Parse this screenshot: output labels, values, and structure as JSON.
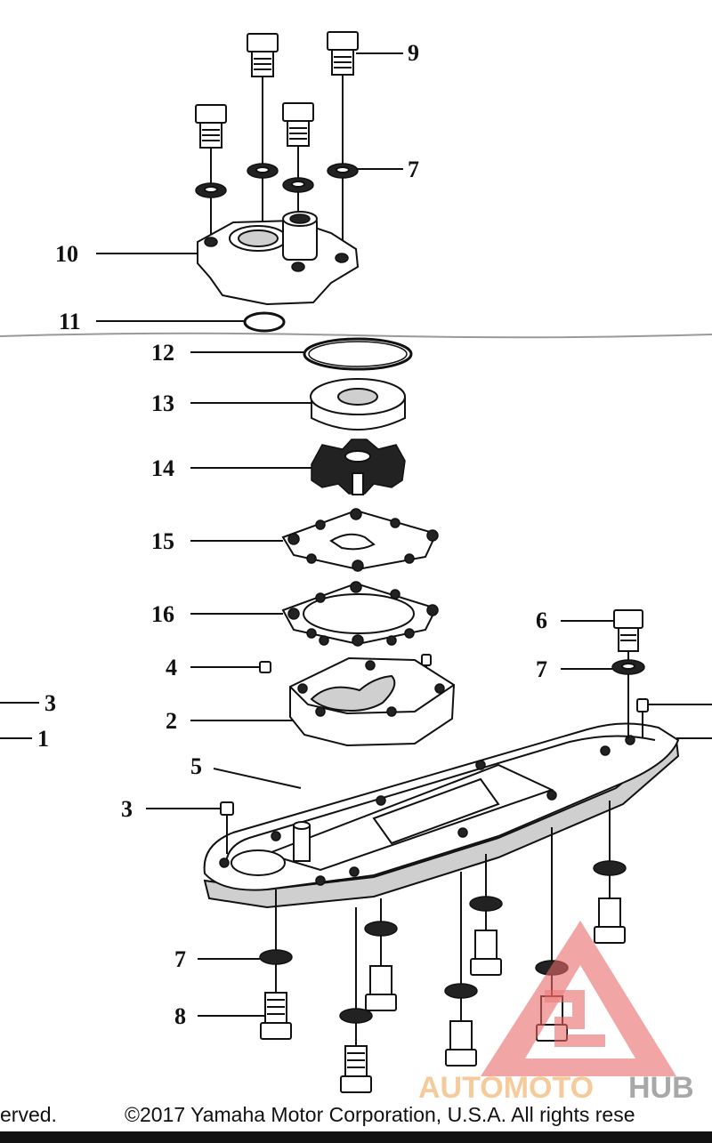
{
  "diagram": {
    "callouts": [
      {
        "id": "c9",
        "label": "9"
      },
      {
        "id": "c7a",
        "label": "7"
      },
      {
        "id": "c10",
        "label": "10"
      },
      {
        "id": "c11",
        "label": "11"
      },
      {
        "id": "c12",
        "label": "12"
      },
      {
        "id": "c13",
        "label": "13"
      },
      {
        "id": "c14",
        "label": "14"
      },
      {
        "id": "c15",
        "label": "15"
      },
      {
        "id": "c16",
        "label": "16"
      },
      {
        "id": "c6",
        "label": "6"
      },
      {
        "id": "c7b",
        "label": "7"
      },
      {
        "id": "c4",
        "label": "4"
      },
      {
        "id": "c3a",
        "label": "3"
      },
      {
        "id": "c2",
        "label": "2"
      },
      {
        "id": "c1",
        "label": "1"
      },
      {
        "id": "c5",
        "label": "5"
      },
      {
        "id": "c3b",
        "label": "3"
      },
      {
        "id": "c7c",
        "label": "7"
      },
      {
        "id": "c8",
        "label": "8"
      }
    ]
  },
  "watermark": {
    "part1": "AUTOMOTO",
    "part2": "HUB",
    "color1": "#f5c28a",
    "color2": "#9a9a9a",
    "triangle_color": "#e86a6a"
  },
  "footer": {
    "left_text": "erved.",
    "right_text": "©2017 Yamaha Motor Corporation, U.S.A. All rights rese"
  }
}
